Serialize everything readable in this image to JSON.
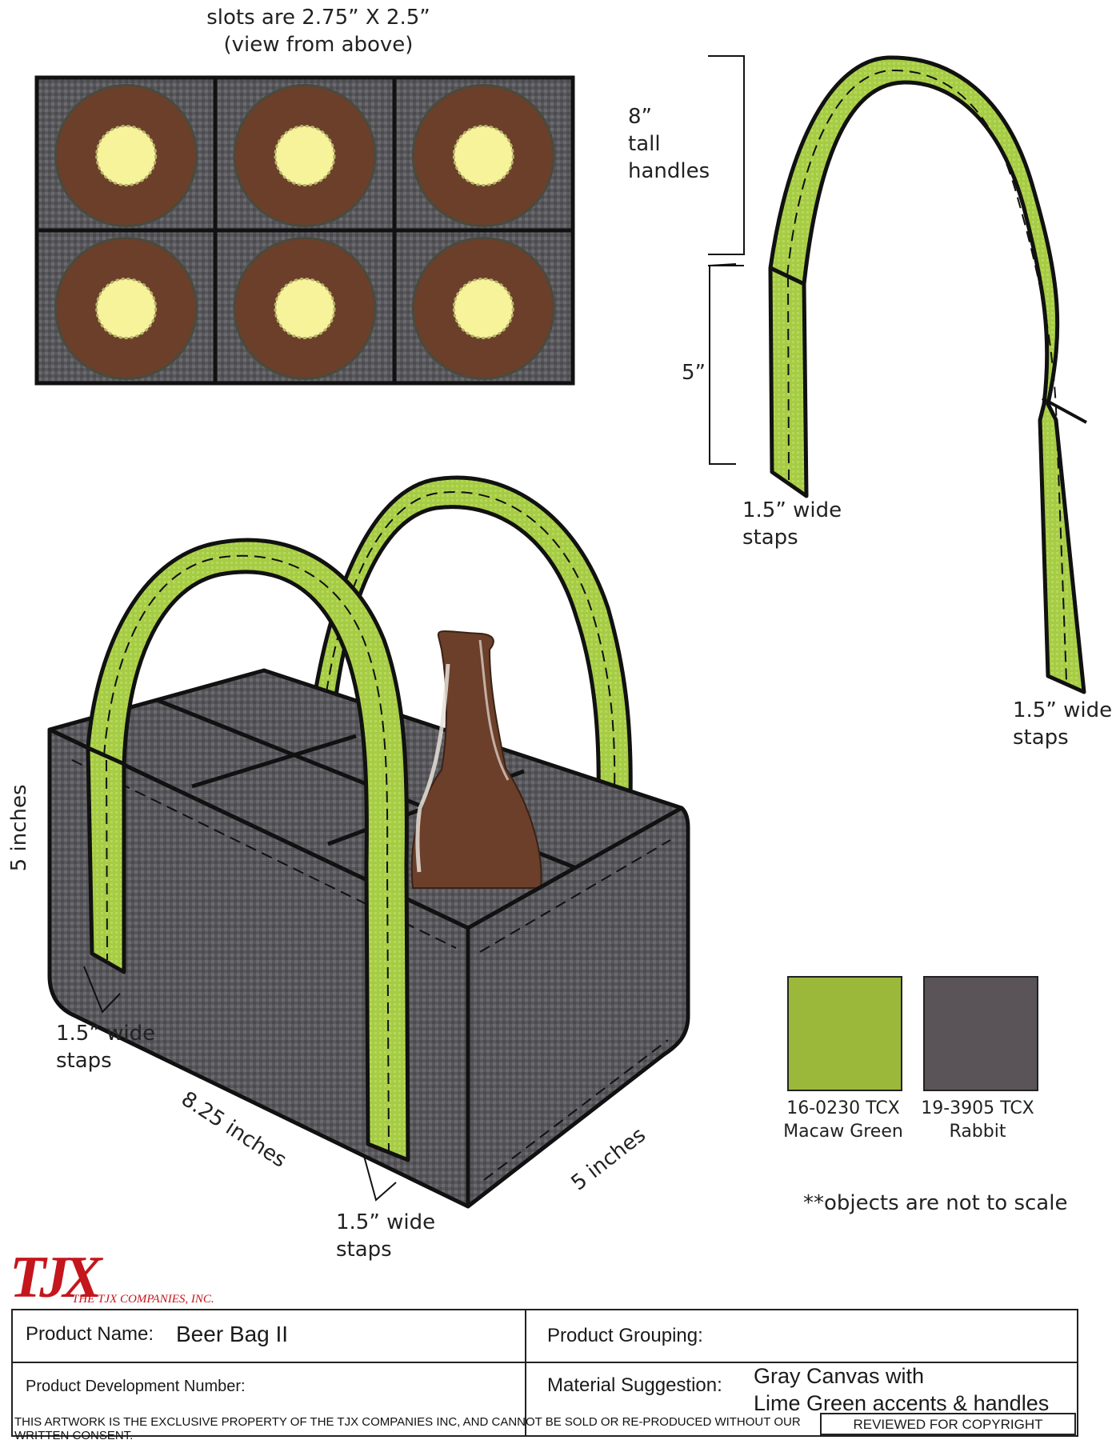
{
  "top_view": {
    "caption_line1": "slots are 2.75” X 2.5”",
    "caption_line2": "(view from above)",
    "rows": 2,
    "cols": 3
  },
  "handle": {
    "height_line1": "8”",
    "height_line2": "tall",
    "height_line3": "handles",
    "lower_dim": "5”",
    "strap_left_line1": "1.5” wide",
    "strap_left_line2": "staps",
    "strap_right_line1": "1.5” wide",
    "strap_right_line2": "staps"
  },
  "bag": {
    "height_label": "5 inches",
    "length_label": "8.25 inches",
    "width_label": "5 inches",
    "strap1_line1": "1.5” wide",
    "strap1_line2": "staps",
    "strap2_line1": "1.5” wide",
    "strap2_line2": "staps"
  },
  "swatches": [
    {
      "code": "16-0230 TCX",
      "name": "Macaw Green",
      "color": "#9bb83b"
    },
    {
      "code": "19-3905 TCX",
      "name": "Rabbit",
      "color": "#5a5459"
    }
  ],
  "note": "**objects are not to scale",
  "colors": {
    "canvas": "#58585c",
    "lime": "#a6cc45",
    "bottle": "#6b3f2a",
    "cap": "#f6f39b",
    "logo_red": "#c4161c"
  },
  "logo": {
    "mark": "TJX",
    "company": "THE TJX COMPANIES, INC."
  },
  "form": {
    "product_name_label": "Product Name:",
    "product_name_value": "Beer Bag II",
    "product_grouping_label": "Product Grouping:",
    "product_dev_label": "Product Development Number:",
    "material_label": "Material Suggestion:",
    "material_line1": "Gray Canvas with",
    "material_line2": "Lime Green accents & handles"
  },
  "disclaimer": "THIS ARTWORK IS THE EXCLUSIVE PROPERTY OF THE TJX COMPANIES INC, AND CANNOT BE SOLD OR RE-PRODUCED WITHOUT OUR WRITTEN CONSENT.",
  "review_stamp": "REVIEWED FOR COPYRIGHT"
}
